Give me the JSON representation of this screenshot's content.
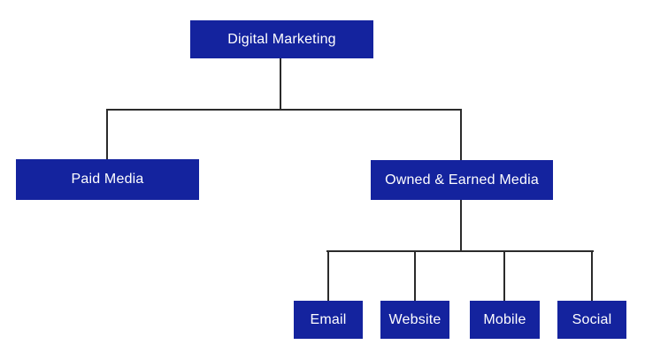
{
  "diagram": {
    "type": "tree",
    "colors": {
      "background": "#ffffff",
      "node_fill": "#14239e",
      "node_text": "#ffffff",
      "connector": "#2b2b2b"
    },
    "root": {
      "label": "Digital Marketing",
      "children": [
        {
          "label": "Paid Media",
          "children": []
        },
        {
          "label": "Owned & Earned Media",
          "children": [
            {
              "label": "Email"
            },
            {
              "label": "Website"
            },
            {
              "label": "Mobile"
            },
            {
              "label": "Social"
            }
          ]
        }
      ]
    }
  }
}
